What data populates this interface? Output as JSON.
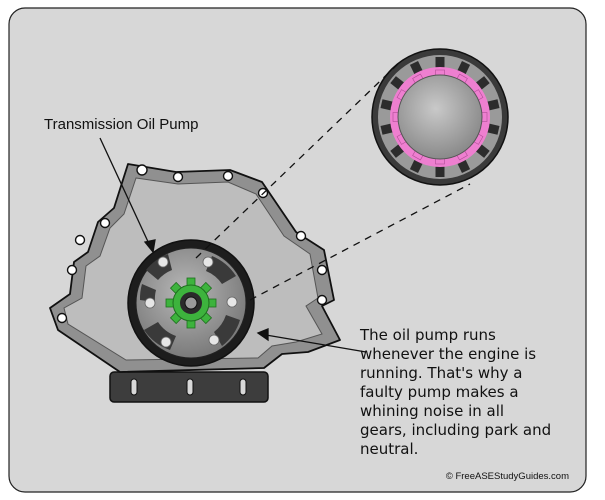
{
  "pump_label": "Transmission Oil Pump",
  "note_lines": [
    "The oil pump runs",
    "whenever the engine is",
    "running. That's why a",
    "faulty pump makes a",
    "whining noise in all",
    "gears, including park and",
    "neutral."
  ],
  "credit": "© FreeASEStudyGuides.com",
  "colors": {
    "panel": "#d7d7d7",
    "housing": "#8f8f8f",
    "gear_green": "#3db33d",
    "pink_gear": "#ee7fd0"
  }
}
